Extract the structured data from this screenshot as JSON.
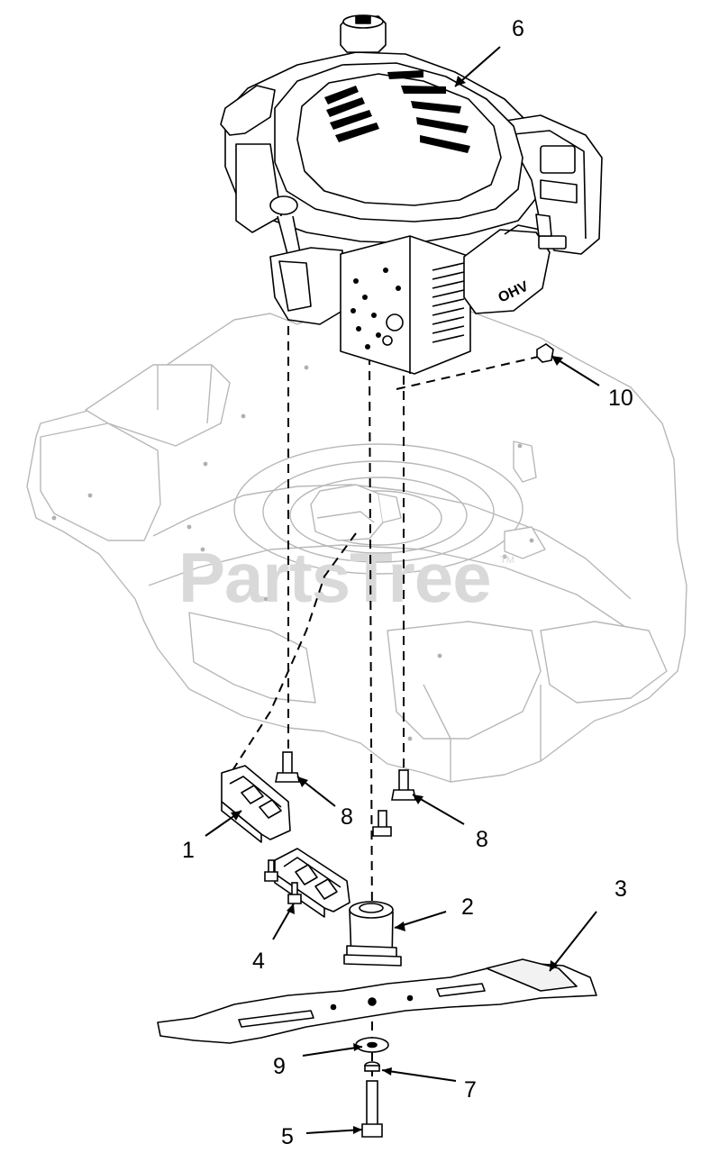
{
  "watermark": {
    "text": "PartsTree",
    "tm": "TM"
  },
  "engine": {
    "badge": "OHV"
  },
  "callouts": [
    {
      "id": "c6",
      "label": "6"
    },
    {
      "id": "c10",
      "label": "10"
    },
    {
      "id": "c8a",
      "label": "8"
    },
    {
      "id": "c8b",
      "label": "8"
    },
    {
      "id": "c1",
      "label": "1"
    },
    {
      "id": "c2",
      "label": "2"
    },
    {
      "id": "c3",
      "label": "3"
    },
    {
      "id": "c4",
      "label": "4"
    },
    {
      "id": "c9",
      "label": "9"
    },
    {
      "id": "c7",
      "label": "7"
    },
    {
      "id": "c5",
      "label": "5"
    }
  ]
}
